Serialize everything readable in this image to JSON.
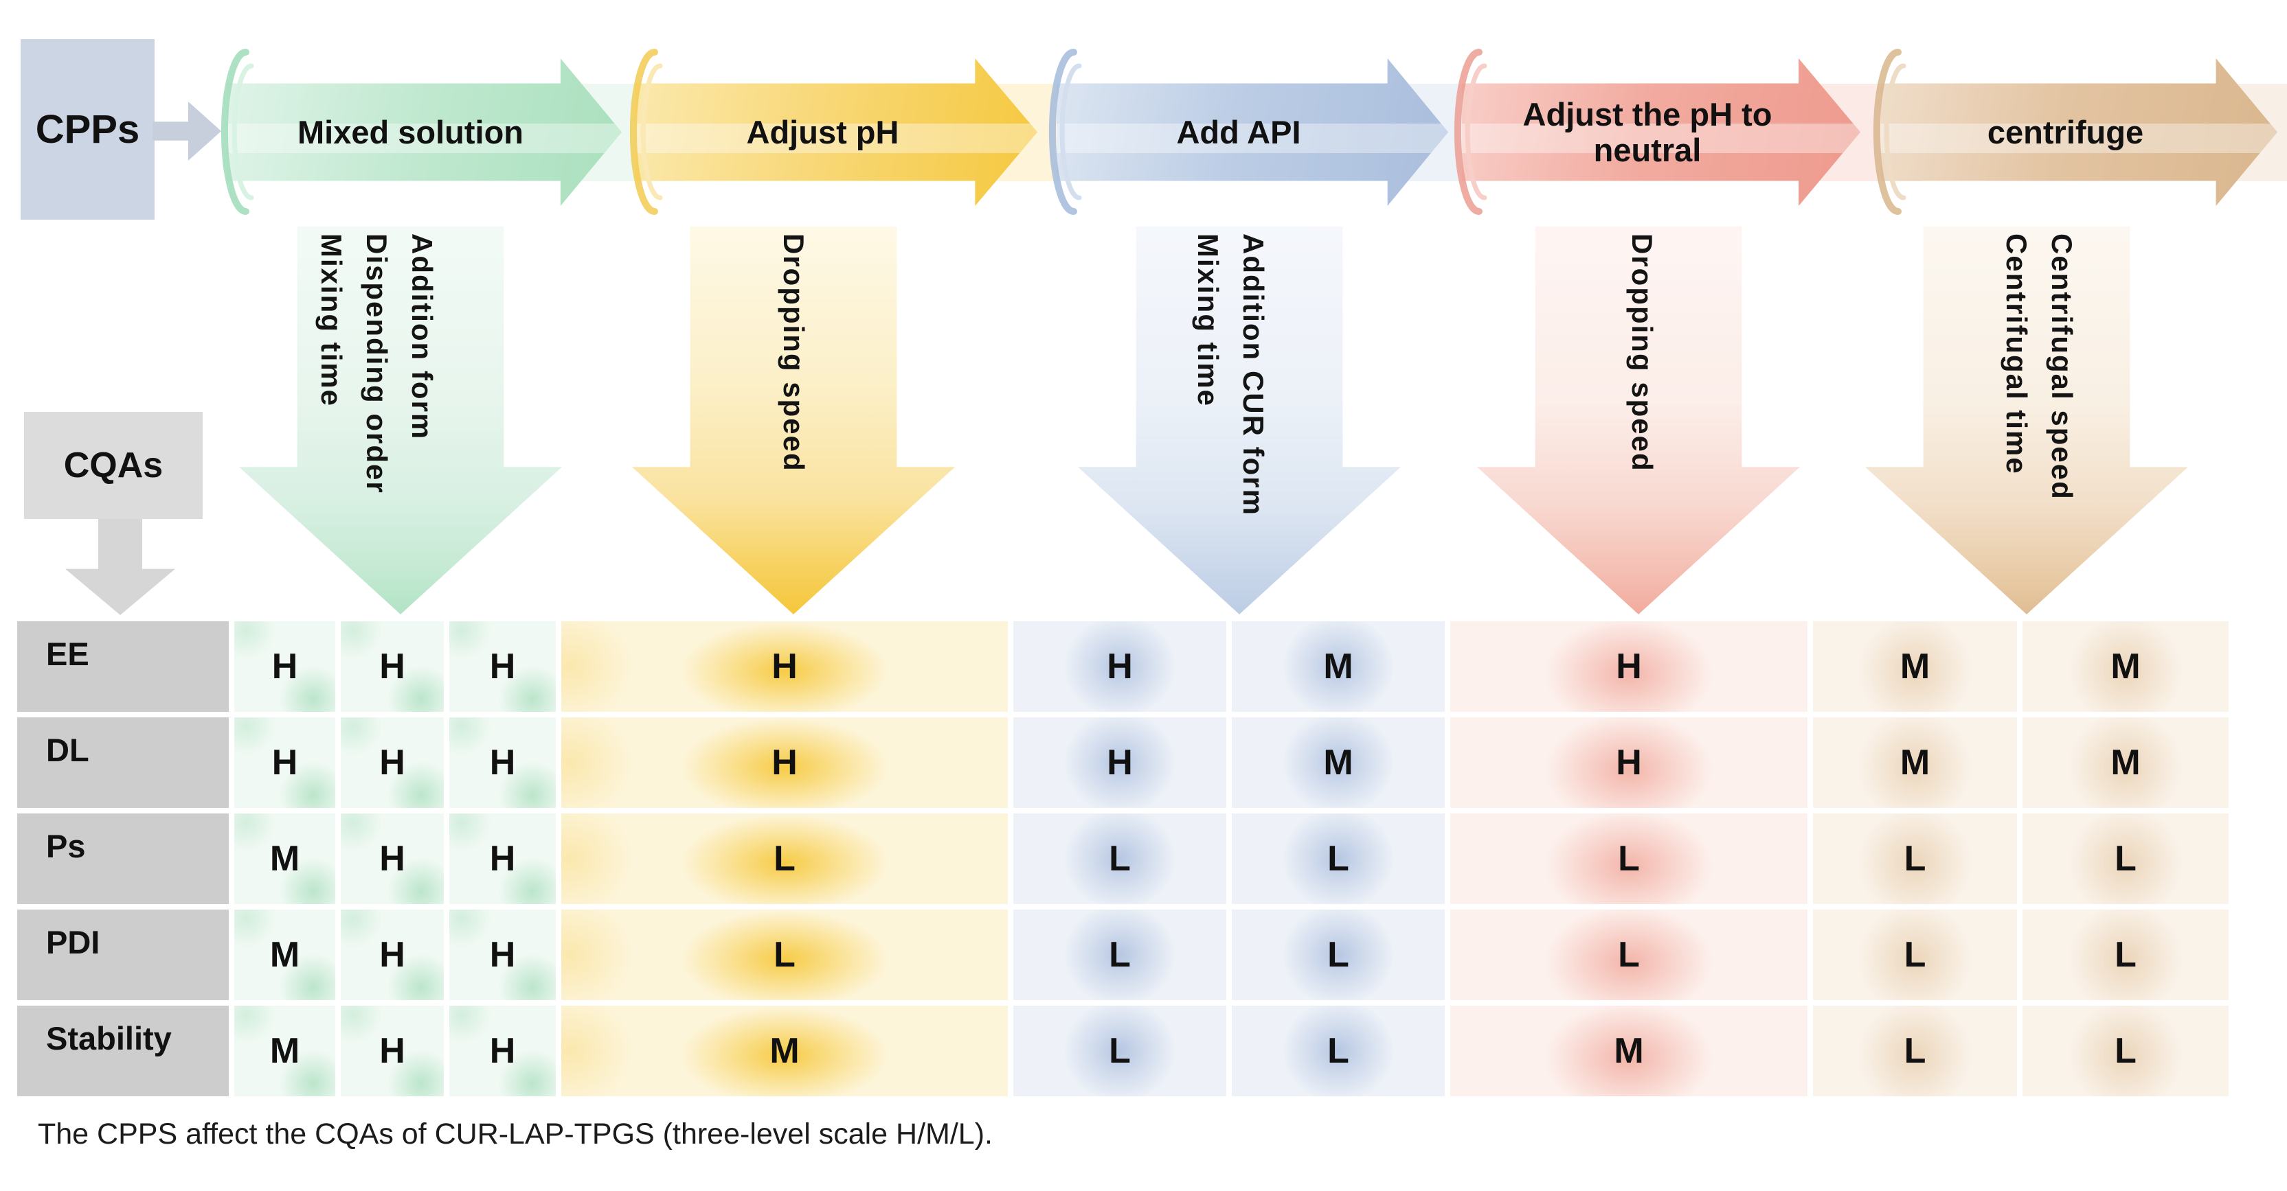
{
  "cpps": {
    "label": "CPPs"
  },
  "cqas": {
    "label": "CQAs"
  },
  "steps": [
    {
      "label": "Mixed solution",
      "accent": "#9fdcba",
      "accent_light": "#d8f2e3",
      "parameters": [
        "Addition form",
        "Dispending order",
        "Mixing time"
      ]
    },
    {
      "label": "Adjust pH",
      "accent": "#f3cb52",
      "accent_light": "#fae9b4",
      "parameters": [
        "Dropping speed"
      ]
    },
    {
      "label": "Add API",
      "accent": "#a3bbdc",
      "accent_light": "#d3deee",
      "parameters": [
        "Addition CUR form",
        "Mixing time"
      ]
    },
    {
      "label": "Adjust the pH to neutral",
      "accent": "#eb9e93",
      "accent_light": "#f8cfc8",
      "parameters": [
        "Dropping speed"
      ]
    },
    {
      "label": "centrifuge",
      "accent": "#d8b68c",
      "accent_light": "#eedcc5",
      "parameters": [
        "Centrifugal speed",
        "Centrifugal time"
      ]
    }
  ],
  "columns_per_step": [
    3,
    1,
    2,
    1,
    2
  ],
  "scale_levels": [
    "H",
    "M",
    "L"
  ],
  "table": {
    "rows": [
      {
        "label": "EE",
        "values": [
          "H",
          "H",
          "H",
          "H",
          "H",
          "M",
          "H",
          "M",
          "M"
        ]
      },
      {
        "label": "DL",
        "values": [
          "H",
          "H",
          "H",
          "H",
          "H",
          "M",
          "H",
          "M",
          "M"
        ]
      },
      {
        "label": "Ps",
        "values": [
          "M",
          "H",
          "H",
          "L",
          "L",
          "L",
          "L",
          "L",
          "L"
        ]
      },
      {
        "label": "PDI",
        "values": [
          "M",
          "H",
          "H",
          "L",
          "L",
          "L",
          "L",
          "L",
          "L"
        ]
      },
      {
        "label": "Stability",
        "values": [
          "M",
          "H",
          "H",
          "M",
          "L",
          "L",
          "M",
          "L",
          "L"
        ]
      }
    ]
  },
  "colors": {
    "cpps_box": "#ccd5e3",
    "cqas_box": "#dcdcdc",
    "row_header": "#cdcdcd",
    "green": "#a9e0bd",
    "yellow": "#f5c83e",
    "blue": "#a9bedd",
    "red": "#ee9a8d",
    "tan": "#d9b68d"
  },
  "caption": "The CPPS affect the CQAs of CUR-LAP-TPGS (three-level scale H/M/L)."
}
